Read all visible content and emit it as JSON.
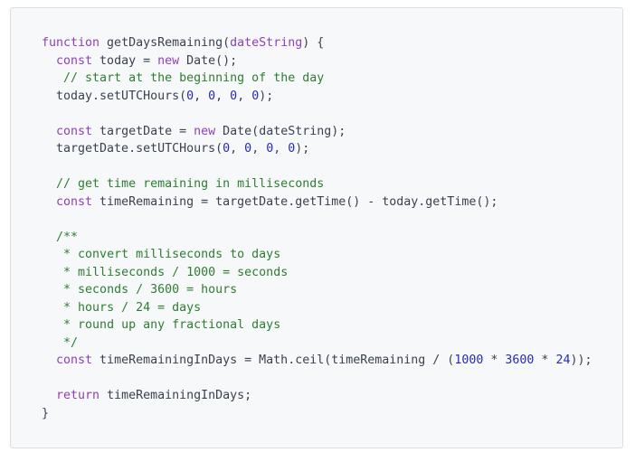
{
  "colors": {
    "background": "#ffffff",
    "panel": "#f6f8f9",
    "panel_border": "#dadde1",
    "text": "#3b4151",
    "keyword": "#8f40b8",
    "comment": "#2e7d32",
    "number": "#2929b8"
  },
  "code": {
    "lines": [
      [
        [
          "keyword",
          "function"
        ],
        [
          "plain",
          " getDaysRemaining("
        ],
        [
          "param",
          "dateString"
        ],
        [
          "plain",
          ") {"
        ]
      ],
      [
        [
          "plain",
          "  "
        ],
        [
          "keyword",
          "const"
        ],
        [
          "plain",
          " today = "
        ],
        [
          "keyword",
          "new"
        ],
        [
          "plain",
          " Date();"
        ]
      ],
      [
        [
          "plain",
          "   "
        ],
        [
          "comment",
          "// start at the beginning of the day"
        ]
      ],
      [
        [
          "plain",
          "  today.setUTCHours("
        ],
        [
          "number",
          "0"
        ],
        [
          "plain",
          ", "
        ],
        [
          "number",
          "0"
        ],
        [
          "plain",
          ", "
        ],
        [
          "number",
          "0"
        ],
        [
          "plain",
          ", "
        ],
        [
          "number",
          "0"
        ],
        [
          "plain",
          ");"
        ]
      ],
      [],
      [
        [
          "plain",
          "  "
        ],
        [
          "keyword",
          "const"
        ],
        [
          "plain",
          " targetDate = "
        ],
        [
          "keyword",
          "new"
        ],
        [
          "plain",
          " Date(dateString);"
        ]
      ],
      [
        [
          "plain",
          "  targetDate.setUTCHours("
        ],
        [
          "number",
          "0"
        ],
        [
          "plain",
          ", "
        ],
        [
          "number",
          "0"
        ],
        [
          "plain",
          ", "
        ],
        [
          "number",
          "0"
        ],
        [
          "plain",
          ", "
        ],
        [
          "number",
          "0"
        ],
        [
          "plain",
          ");"
        ]
      ],
      [],
      [
        [
          "plain",
          "  "
        ],
        [
          "comment",
          "// get time remaining in milliseconds"
        ]
      ],
      [
        [
          "plain",
          "  "
        ],
        [
          "keyword",
          "const"
        ],
        [
          "plain",
          " timeRemaining = targetDate.getTime() - today.getTime();"
        ]
      ],
      [],
      [
        [
          "plain",
          "  "
        ],
        [
          "comment",
          "/**"
        ]
      ],
      [
        [
          "plain",
          "   "
        ],
        [
          "comment",
          "* convert milliseconds to days"
        ]
      ],
      [
        [
          "plain",
          "   "
        ],
        [
          "comment",
          "* milliseconds / 1000 = seconds"
        ]
      ],
      [
        [
          "plain",
          "   "
        ],
        [
          "comment",
          "* seconds / 3600 = hours"
        ]
      ],
      [
        [
          "plain",
          "   "
        ],
        [
          "comment",
          "* hours / 24 = days"
        ]
      ],
      [
        [
          "plain",
          "   "
        ],
        [
          "comment",
          "* round up any fractional days"
        ]
      ],
      [
        [
          "plain",
          "   "
        ],
        [
          "comment",
          "*/"
        ]
      ],
      [
        [
          "plain",
          "  "
        ],
        [
          "keyword",
          "const"
        ],
        [
          "plain",
          " timeRemainingInDays = Math.ceil(timeRemaining / ("
        ],
        [
          "number",
          "1000"
        ],
        [
          "plain",
          " * "
        ],
        [
          "number",
          "3600"
        ],
        [
          "plain",
          " * "
        ],
        [
          "number",
          "24"
        ],
        [
          "plain",
          "));"
        ]
      ],
      [],
      [
        [
          "plain",
          "  "
        ],
        [
          "keyword",
          "return"
        ],
        [
          "plain",
          " timeRemainingInDays;"
        ]
      ],
      [
        [
          "plain",
          "}"
        ]
      ]
    ]
  }
}
